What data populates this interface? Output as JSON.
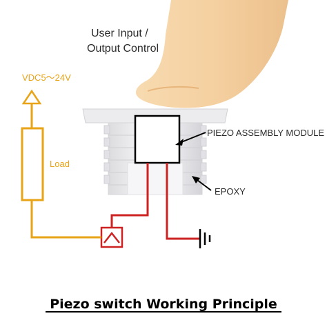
{
  "diagram": {
    "title": "Piezo switch Working Principle",
    "user_input_line1": "User Input /",
    "user_input_line2": "Output Control",
    "supply_label": "VDC5～24V",
    "load_label": "Load",
    "piezo_label": "PIEZO ASSEMBLY MODULE",
    "epoxy_label": "EPOXY"
  },
  "colors": {
    "supply_wire": "#e8a317",
    "signal_wire": "#cc2222",
    "housing": "#e6e6e8",
    "finger": "#f1c78f",
    "text": "#2b2b2b"
  },
  "icons": [
    "finger-icon",
    "ground-icon",
    "arrow-up-icon",
    "switch-contact-icon"
  ]
}
